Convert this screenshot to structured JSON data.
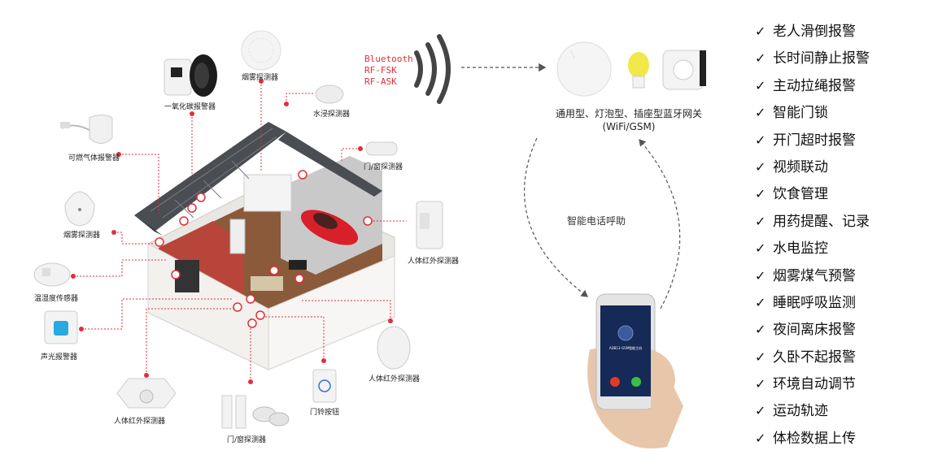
{
  "wireless_protocols": [
    "Bluetooth",
    "RF-FSK",
    "RF-ASK"
  ],
  "gateway": {
    "title_line1": "通用型、灯泡型、插座型蓝牙网关",
    "title_line2": "(WiFi/GSM)"
  },
  "phone_call_label": "智能电话呼助",
  "phone_screen_text": "ADB13-GSM智能主机",
  "sensors": {
    "co_alarm": "一氧化碳报警器",
    "smoke_top": "烟雾探测器",
    "water_leak": "水浸探测器",
    "gas_alarm": "可燃气体报警器",
    "door_window_right": "门/窗探测器",
    "smoke_left": "烟雾探测器",
    "pir_right_top": "人体红外探测器",
    "temp_humidity": "温湿度传感器",
    "sound_light_alarm": "声光报警器",
    "pir_right_bottom": "人体红外探测器",
    "pir_ceiling": "人体红外探测器",
    "doorbell": "门铃按钮",
    "door_window_bottom": "门/窗探测器"
  },
  "check_mark": "✓",
  "features": [
    "老人滑倒报警",
    "长时间静止报警",
    "主动拉绳报警",
    "智能门锁",
    "开门超时报警",
    "视频联动",
    "饮食管理",
    "用药提醒、记录",
    "水电监控",
    "烟雾煤气预警",
    "睡眠呼吸监测",
    "夜间离床报警",
    "久卧不起报警",
    "环境自动调节",
    "运动轨迹",
    "体检数据上传"
  ],
  "colors": {
    "accent_red": "#e0303a",
    "roof": "#4a4d52",
    "floor": "#8a5a3a",
    "car": "#d8202a"
  }
}
